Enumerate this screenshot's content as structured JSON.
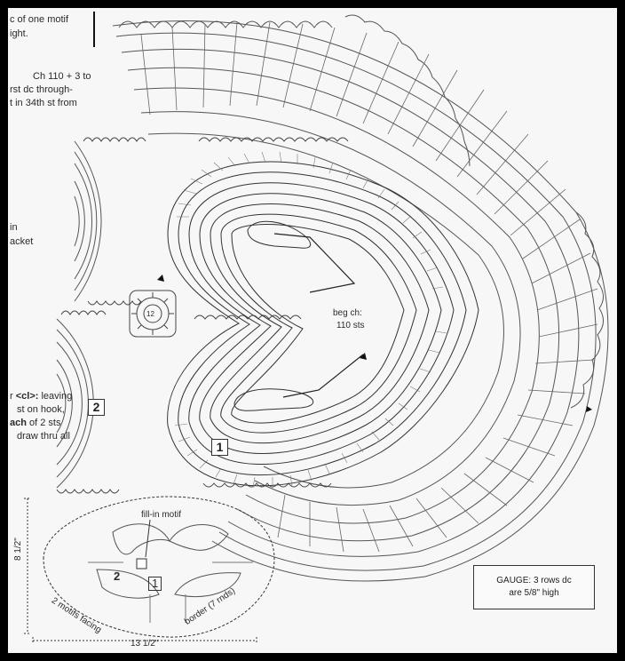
{
  "left_text": {
    "line1": "c of one motif",
    "line2": "ight.",
    "line3": "Ch 110 + 3 to",
    "line4": "rst dc through-",
    "line5": "t in 34th st from",
    "line6": "in",
    "line7": "acket",
    "line8_prefix": "r ",
    "line8_bold": "<cl>:",
    "line8_suffix": " leaving",
    "line9": "st on hook,",
    "line10_bold": "ach",
    "line10_suffix": " of 2 sts",
    "line11": "draw thru all"
  },
  "labels": {
    "beg_ch_1": "beg ch:",
    "beg_ch_2": "110 sts",
    "motif_1": "1",
    "motif_2": "2",
    "center_12": "12"
  },
  "key": {
    "fill_in": "fill-in motif",
    "two_motifs": "2 motifs facing",
    "border": "border (7 rnds)",
    "width": "13 1/2\"",
    "height": "8 1/2\"",
    "num_1": "1",
    "num_2": "2"
  },
  "gauge": {
    "line1": "GAUGE:  3 rows dc",
    "line2": "are 5/8\" high"
  }
}
